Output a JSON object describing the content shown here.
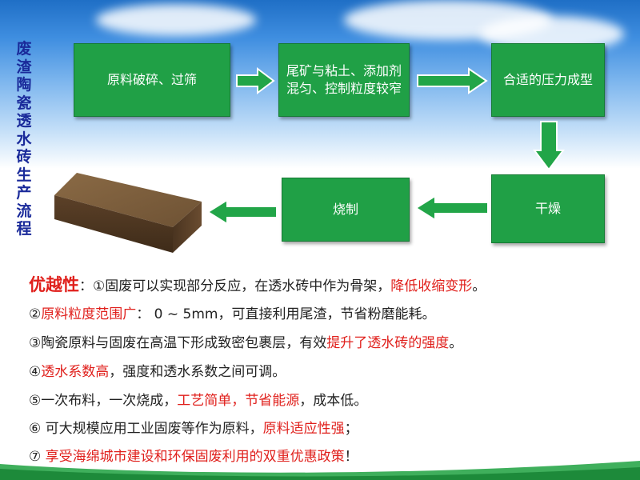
{
  "vertical_title": [
    "废",
    "渣",
    "陶",
    "瓷",
    "透",
    "水",
    "砖",
    "生",
    "产",
    "流",
    "程"
  ],
  "flow": {
    "step1": "原料破碎、过筛",
    "step2": "尾矿与粘土、添加剂混匀、控制粒度较窄",
    "step3": "合适的压力成型",
    "step4": "干燥",
    "step5": "烧制"
  },
  "advantages": {
    "line1": {
      "label": "优越性",
      "colon": "：①固废可以实现部分反应，在透水砖中作为骨架，",
      "red": "降低收缩变形",
      "tail": "。"
    },
    "line2": {
      "num": "②",
      "red": "原料粒度范围广",
      "tail": "：  0 ~ 5mm，可直接利用尾渣，节省粉磨能耗。"
    },
    "line3": {
      "text": "③陶瓷原料与固废在高温下形成致密包裹层，有效",
      "red": "提升了透水砖的强度",
      "tail": "。"
    },
    "line4": {
      "num": "④",
      "red": "透水系数高",
      "tail": "，强度和透水系数之间可调。"
    },
    "line5": {
      "text": "⑤一次布料，一次烧成，",
      "red": "工艺简单，节省能源",
      "tail": "，成本低。"
    },
    "line6": {
      "text": "⑥ 可大规模应用工业固废等作为原料，",
      "red": "原料适应性强",
      "tail": "；"
    },
    "line7": {
      "num": "⑦ ",
      "red": "享受海绵城市建设和环保固废利用的双重优惠政策",
      "tail": "！"
    }
  },
  "colors": {
    "box_green": "#20a046",
    "title_blue": "#1a2a9a",
    "highlight_red": "#e0201c"
  }
}
